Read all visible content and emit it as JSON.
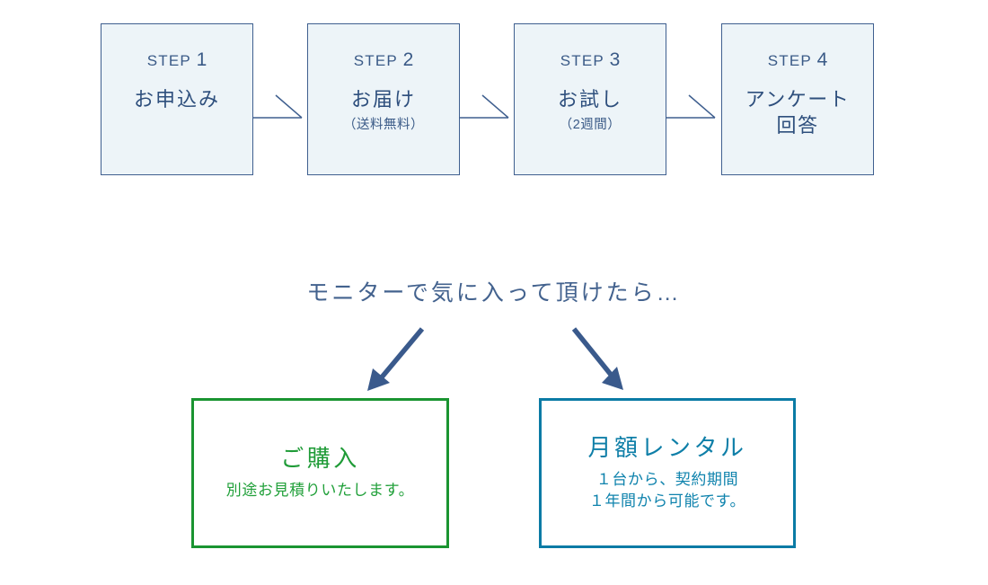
{
  "steps": [
    {
      "label_prefix": "STEP",
      "number": "1",
      "title": "お申込み",
      "sub": ""
    },
    {
      "label_prefix": "STEP",
      "number": "2",
      "title": "お届け",
      "sub": "（送料無料）"
    },
    {
      "label_prefix": "STEP",
      "number": "3",
      "title": "お試し",
      "sub": "（2週間）"
    },
    {
      "label_prefix": "STEP",
      "number": "4",
      "title_line1": "アンケート",
      "title_line2": "回答",
      "sub": ""
    }
  ],
  "mid_caption": "モニターで気に入って頂けたら…",
  "options": [
    {
      "title": "ご購入",
      "desc_line1": "別途お見積りいたします。",
      "desc_line2": "",
      "accent": "#1a9431"
    },
    {
      "title": "月額レンタル",
      "desc_line1": "１台から、契約期間",
      "desc_line2": "１年間から可能です。",
      "accent": "#0b7ba5"
    }
  ],
  "colors": {
    "step_fill": "#edf4f8",
    "step_border": "#3f5f8f",
    "step_text": "#2e4f7d",
    "caption_text": "#43628e",
    "arrow": "#3a5a8c",
    "purchase_green": "#1a9431",
    "rental_blue": "#0b7ba5",
    "background": "#ffffff"
  },
  "icons": {
    "connector": "chevron-arrow-right-icon",
    "big_arrow_left": "arrow-down-left-icon",
    "big_arrow_right": "arrow-down-right-icon"
  }
}
